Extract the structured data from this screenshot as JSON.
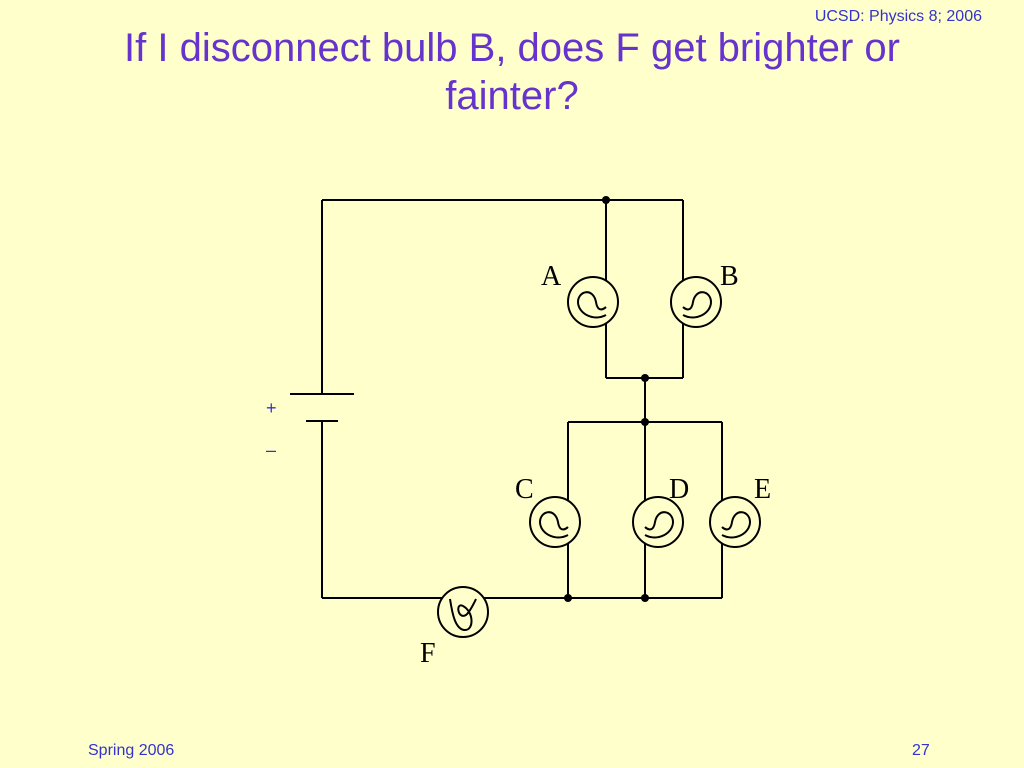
{
  "header": {
    "course": "UCSD: Physics 8; 2006"
  },
  "title": "If I disconnect bulb B, does F get brighter or fainter?",
  "footer": {
    "term": "Spring 2006",
    "page": "27"
  },
  "circuit": {
    "battery": {
      "plus_label": "+",
      "minus_label": "–"
    },
    "bulbs": [
      {
        "id": "A",
        "label": "A"
      },
      {
        "id": "B",
        "label": "B"
      },
      {
        "id": "C",
        "label": "C"
      },
      {
        "id": "D",
        "label": "D"
      },
      {
        "id": "E",
        "label": "E"
      },
      {
        "id": "F",
        "label": "F"
      }
    ]
  },
  "colors": {
    "background": "#FFFFCC",
    "title": "#6633CC",
    "text": "#3333CC"
  }
}
